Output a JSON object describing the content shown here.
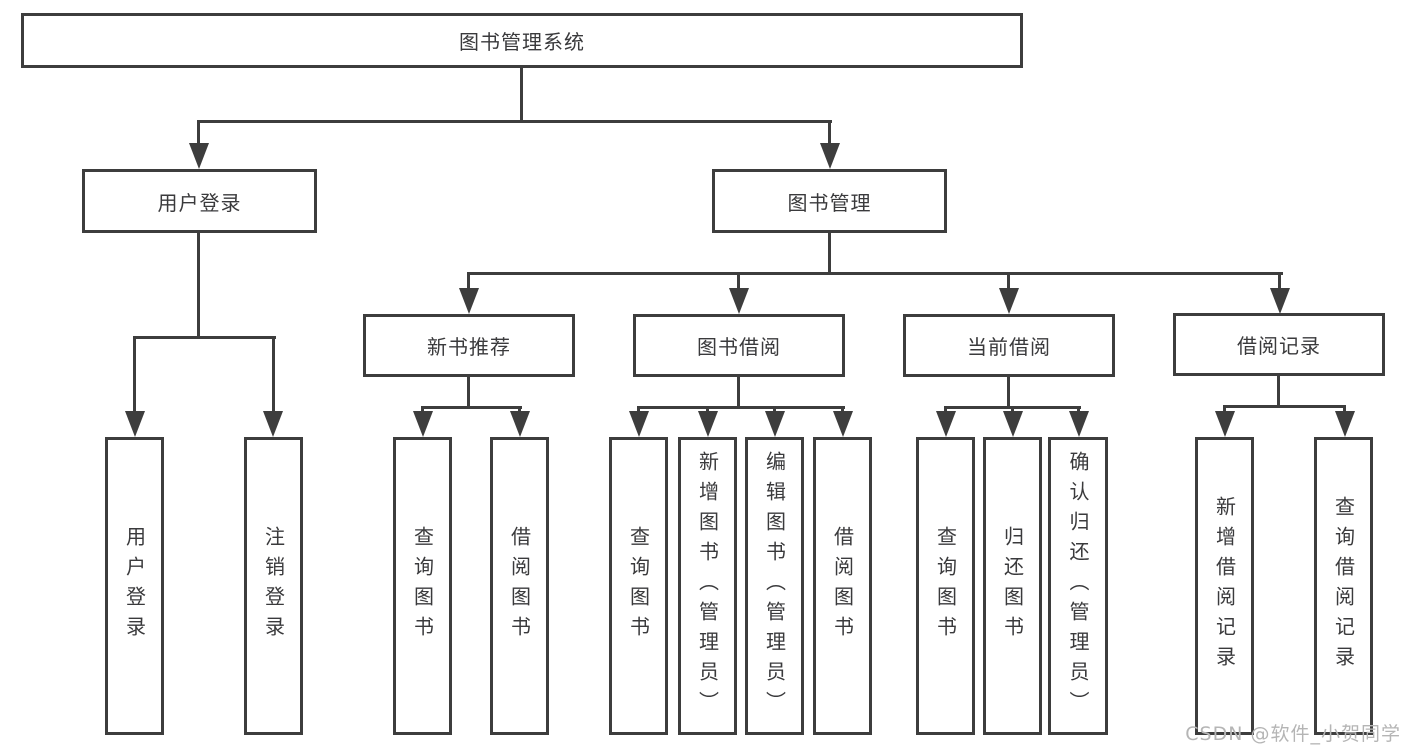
{
  "diagram": {
    "root": {
      "label": "图书管理系统"
    },
    "level2": [
      {
        "id": "user-login",
        "label": "用户登录"
      },
      {
        "id": "book-management",
        "label": "图书管理"
      }
    ],
    "level3": [
      {
        "id": "new-book-recommend",
        "label": "新书推荐",
        "parent": "图书管理"
      },
      {
        "id": "book-borrowing",
        "label": "图书借阅",
        "parent": "图书管理"
      },
      {
        "id": "current-borrowing",
        "label": "当前借阅",
        "parent": "图书管理"
      },
      {
        "id": "borrowing-records",
        "label": "借阅记录",
        "parent": "图书管理"
      }
    ],
    "leaves": [
      {
        "group": "用户登录",
        "label": "用户登录"
      },
      {
        "group": "用户登录",
        "label": "注销登录"
      },
      {
        "group": "新书推荐",
        "label": "查询图书"
      },
      {
        "group": "新书推荐",
        "label": "借阅图书"
      },
      {
        "group": "图书借阅",
        "label": "查询图书"
      },
      {
        "group": "图书借阅",
        "label": "新增图书（管理员）"
      },
      {
        "group": "图书借阅",
        "label": "编辑图书（管理员）"
      },
      {
        "group": "图书借阅",
        "label": "借阅图书"
      },
      {
        "group": "当前借阅",
        "label": "查询图书"
      },
      {
        "group": "当前借阅",
        "label": "归还图书"
      },
      {
        "group": "当前借阅",
        "label": "确认归还（管理员）"
      },
      {
        "group": "借阅记录",
        "label": "新增借阅记录"
      },
      {
        "group": "借阅记录",
        "label": "查询借阅记录"
      }
    ]
  },
  "watermark": {
    "text": "CSDN @软件_小贺同学"
  },
  "colors": {
    "line": "#3d3d3d",
    "text": "#3a3a3c",
    "watermark": "#b5b5b5",
    "background": "#ffffff"
  }
}
